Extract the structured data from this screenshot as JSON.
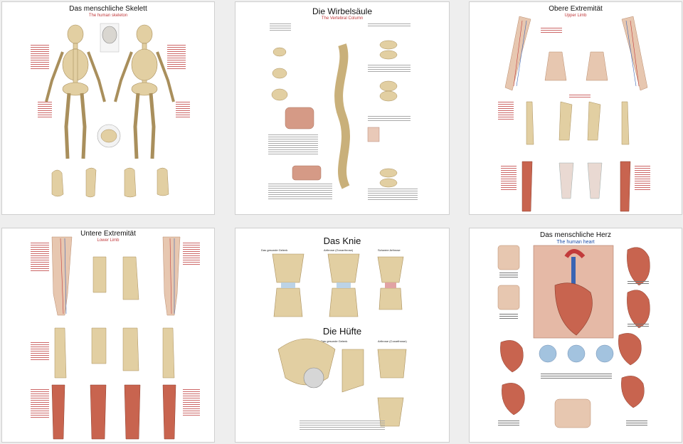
{
  "posters": [
    {
      "title": "Das menschliche Skelett",
      "subtitle": "The human skeleton"
    },
    {
      "title": "Die Wirbelsäule",
      "subtitle": "The Vertebral Column"
    },
    {
      "title": "Obere Extremität",
      "subtitle": "Upper Limb"
    },
    {
      "title": "Untere Extremität",
      "subtitle": "Lower Limb"
    },
    {
      "title": "Das Knie",
      "captions": [
        "Das gesunde Gelenk",
        "Arthrose (Gonarthrose)",
        "Schwere Arthrose"
      ],
      "title2": "Die Hüfte",
      "captions2": [
        "Das gesunde Gelenk",
        "Arthrose (Coxarthrose)"
      ]
    },
    {
      "title": "Das menschliche Herz",
      "subtitle": "The human heart"
    }
  ],
  "colors": {
    "accent_red": "#c0393b",
    "accent_blue": "#1f4fa8",
    "bone": "#e2cfa2",
    "muscle": "#c8644f",
    "vessel_red": "#c23b3b",
    "vessel_blue": "#3a64b3"
  }
}
